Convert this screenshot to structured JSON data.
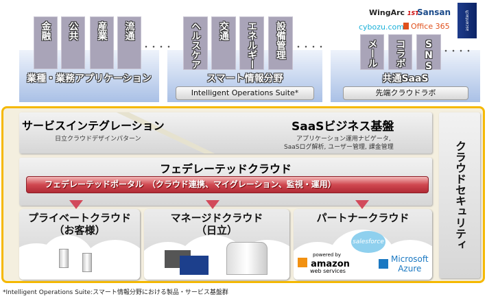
{
  "top_groups": [
    {
      "columns": [
        "金融",
        "公共",
        "産業",
        "流通"
      ],
      "more": "・・・・",
      "label": "業種・業務アプリケーション"
    },
    {
      "columns": [
        "ヘルスケア",
        "交通",
        "エネルギー",
        "設備管理"
      ],
      "more": "・・・・",
      "label": "スマート情報分野",
      "pill": "Intelligent Operations Suite*"
    },
    {
      "columns": [
        "メール",
        "コラボ",
        "SNS"
      ],
      "more": "・・・・",
      "label": "共通SaaS",
      "pill": "先端クラウドラボ",
      "logos": [
        "WingArc",
        "1ST",
        "Sansan",
        "ascentech",
        "cybozu.com",
        "Office 365"
      ]
    }
  ],
  "service_integration": {
    "title": "サービスインテグレーション",
    "subtitle": "日立クラウドデザインパターン"
  },
  "saas_platform": {
    "title": "SaaSビジネス基盤",
    "line1": "アプリケーション運用ナビゲータ,",
    "line2": "SaaSログ解析, ユーザー管理, 課金管理"
  },
  "federated": {
    "title": "フェデレーテッドクラウド",
    "portal": "フェデレーテッドポータル　（クラウド連携、マイグレーション、監視・運用）"
  },
  "clouds": [
    {
      "title": "プライベートクラウド",
      "sub": "（お客様）"
    },
    {
      "title": "マネージドクラウド",
      "sub": "（日立）"
    },
    {
      "title": "パートナークラウド",
      "logos": [
        "powered by",
        "amazon",
        "web services",
        "salesforce",
        "Microsoft",
        "Azure"
      ]
    }
  ],
  "security": "クラウドセキュリティ",
  "footnote": "*Intelligent Operations Suite:スマート情報分野における製品・サービス基盤群",
  "colors": {
    "frame": "#f5b800",
    "portal": "#c8323f",
    "base": "#a9c0e6"
  }
}
